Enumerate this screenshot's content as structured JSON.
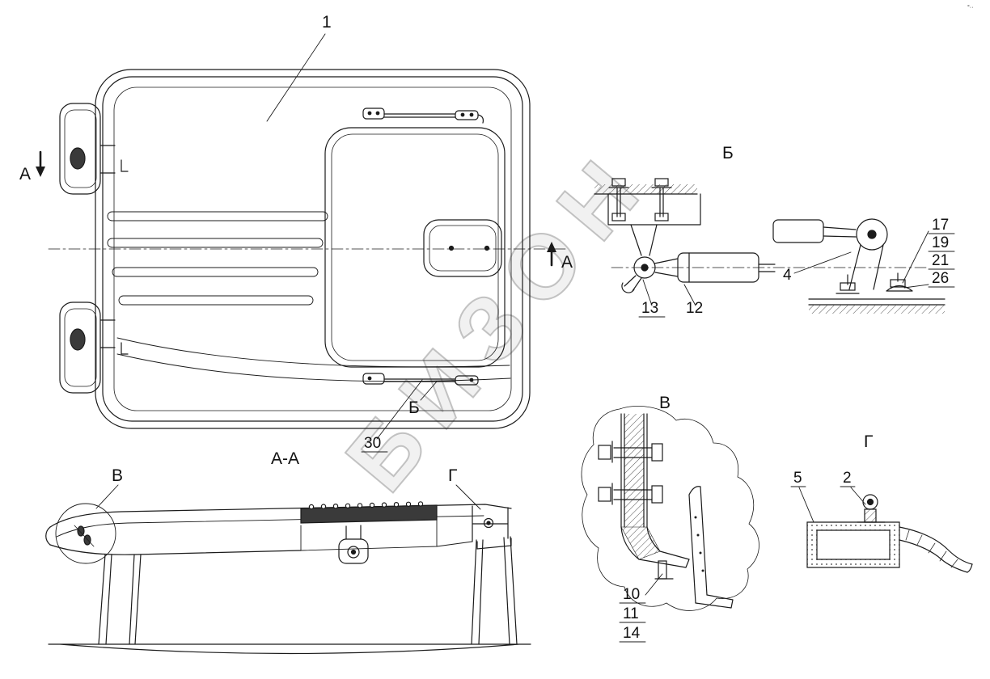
{
  "watermark": "БИЗОН",
  "corner_mark": "°··",
  "top_view": {
    "part_1": "1",
    "section_arrow_left": "А",
    "section_arrow_right": "А",
    "detail_b_marker": "Б",
    "part_30": "30"
  },
  "view_b": {
    "title": "Б",
    "part_13": "13",
    "part_12": "12",
    "part_4": "4",
    "fastener_stack": [
      "17",
      "19",
      "21",
      "26"
    ]
  },
  "view_aa": {
    "title": "А-А",
    "detail_v_marker": "В",
    "detail_g_marker": "Г"
  },
  "view_v": {
    "title": "В",
    "parts_stack": [
      "10",
      "11",
      "14"
    ]
  },
  "view_g": {
    "title": "Г",
    "part_5": "5",
    "part_2": "2"
  }
}
